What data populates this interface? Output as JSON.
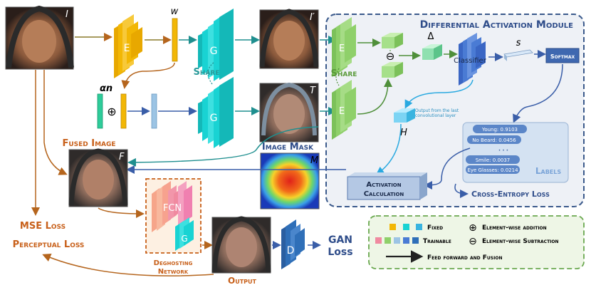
{
  "labels": {
    "input_symbol": "I",
    "reconstructed_symbol": "I′",
    "target_symbol": "T",
    "fused_symbol": "F",
    "mask_symbol": "M",
    "latent_symbol": "w",
    "delta_symbol": "Δ",
    "score_symbol": "s",
    "heatmap_symbol": "H",
    "alpha_n": "αn",
    "add_op": "⊕",
    "sub_op": "⊖",
    "encoder": "E",
    "generator": "G",
    "discriminator": "D",
    "fcn": "FCN",
    "share_top": "Share",
    "share_mid": "Share",
    "module_title": "Differential Activation Module",
    "classifier": "Classifier",
    "softmax": "Softmax",
    "output_layer_note_1": "Output from the last",
    "output_layer_note_2": "convolutional layer",
    "activation_calc_1": "Activation",
    "activation_calc_2": "Calculation",
    "labels_title": "Labels",
    "cross_entropy": "Cross-Entropy Loss",
    "fused_image_title": "Fused Image",
    "image_mask_title": "Image Mask",
    "deghosting_1": "Deghosting",
    "deghosting_2": "Network",
    "output_title": "Output",
    "mse_loss": "MSE Loss",
    "perceptual_loss": "Perceptual Loss",
    "gan_loss_1": "GAN",
    "gan_loss_2": "Loss"
  },
  "label_scores": [
    {
      "text": "Young: 0.9103"
    },
    {
      "text": "No Beard: 0.0456"
    },
    {
      "text": "• • •"
    },
    {
      "text": "Smile: 0.0037"
    },
    {
      "text": "Eye Glasses: 0.0214"
    }
  ],
  "legend": {
    "fixed": "Fixed",
    "trainable": "Trainable",
    "element_add": "Element-wise addition",
    "element_sub": "Element-wise Subtraction",
    "feed_forward": "Feed forward and Fusion"
  },
  "colors": {
    "encoder_yellow": "#f2b705",
    "generator_cyan": "#19d3d3",
    "encoder_green": "#8fd06a",
    "classifier_blue": "#4a7bd4",
    "discriminator_blue": "#2f6fb8",
    "fcn_pink": "#f08aa0",
    "arrow_brown": "#b5651d",
    "arrow_blue": "#3a5ea8",
    "arrow_teal": "#1f8f8f",
    "arrow_cyan": "#29a9e0",
    "orange_text": "#c8601a",
    "module_border": "#3b5a8c",
    "legend_border": "#6aa84f"
  }
}
